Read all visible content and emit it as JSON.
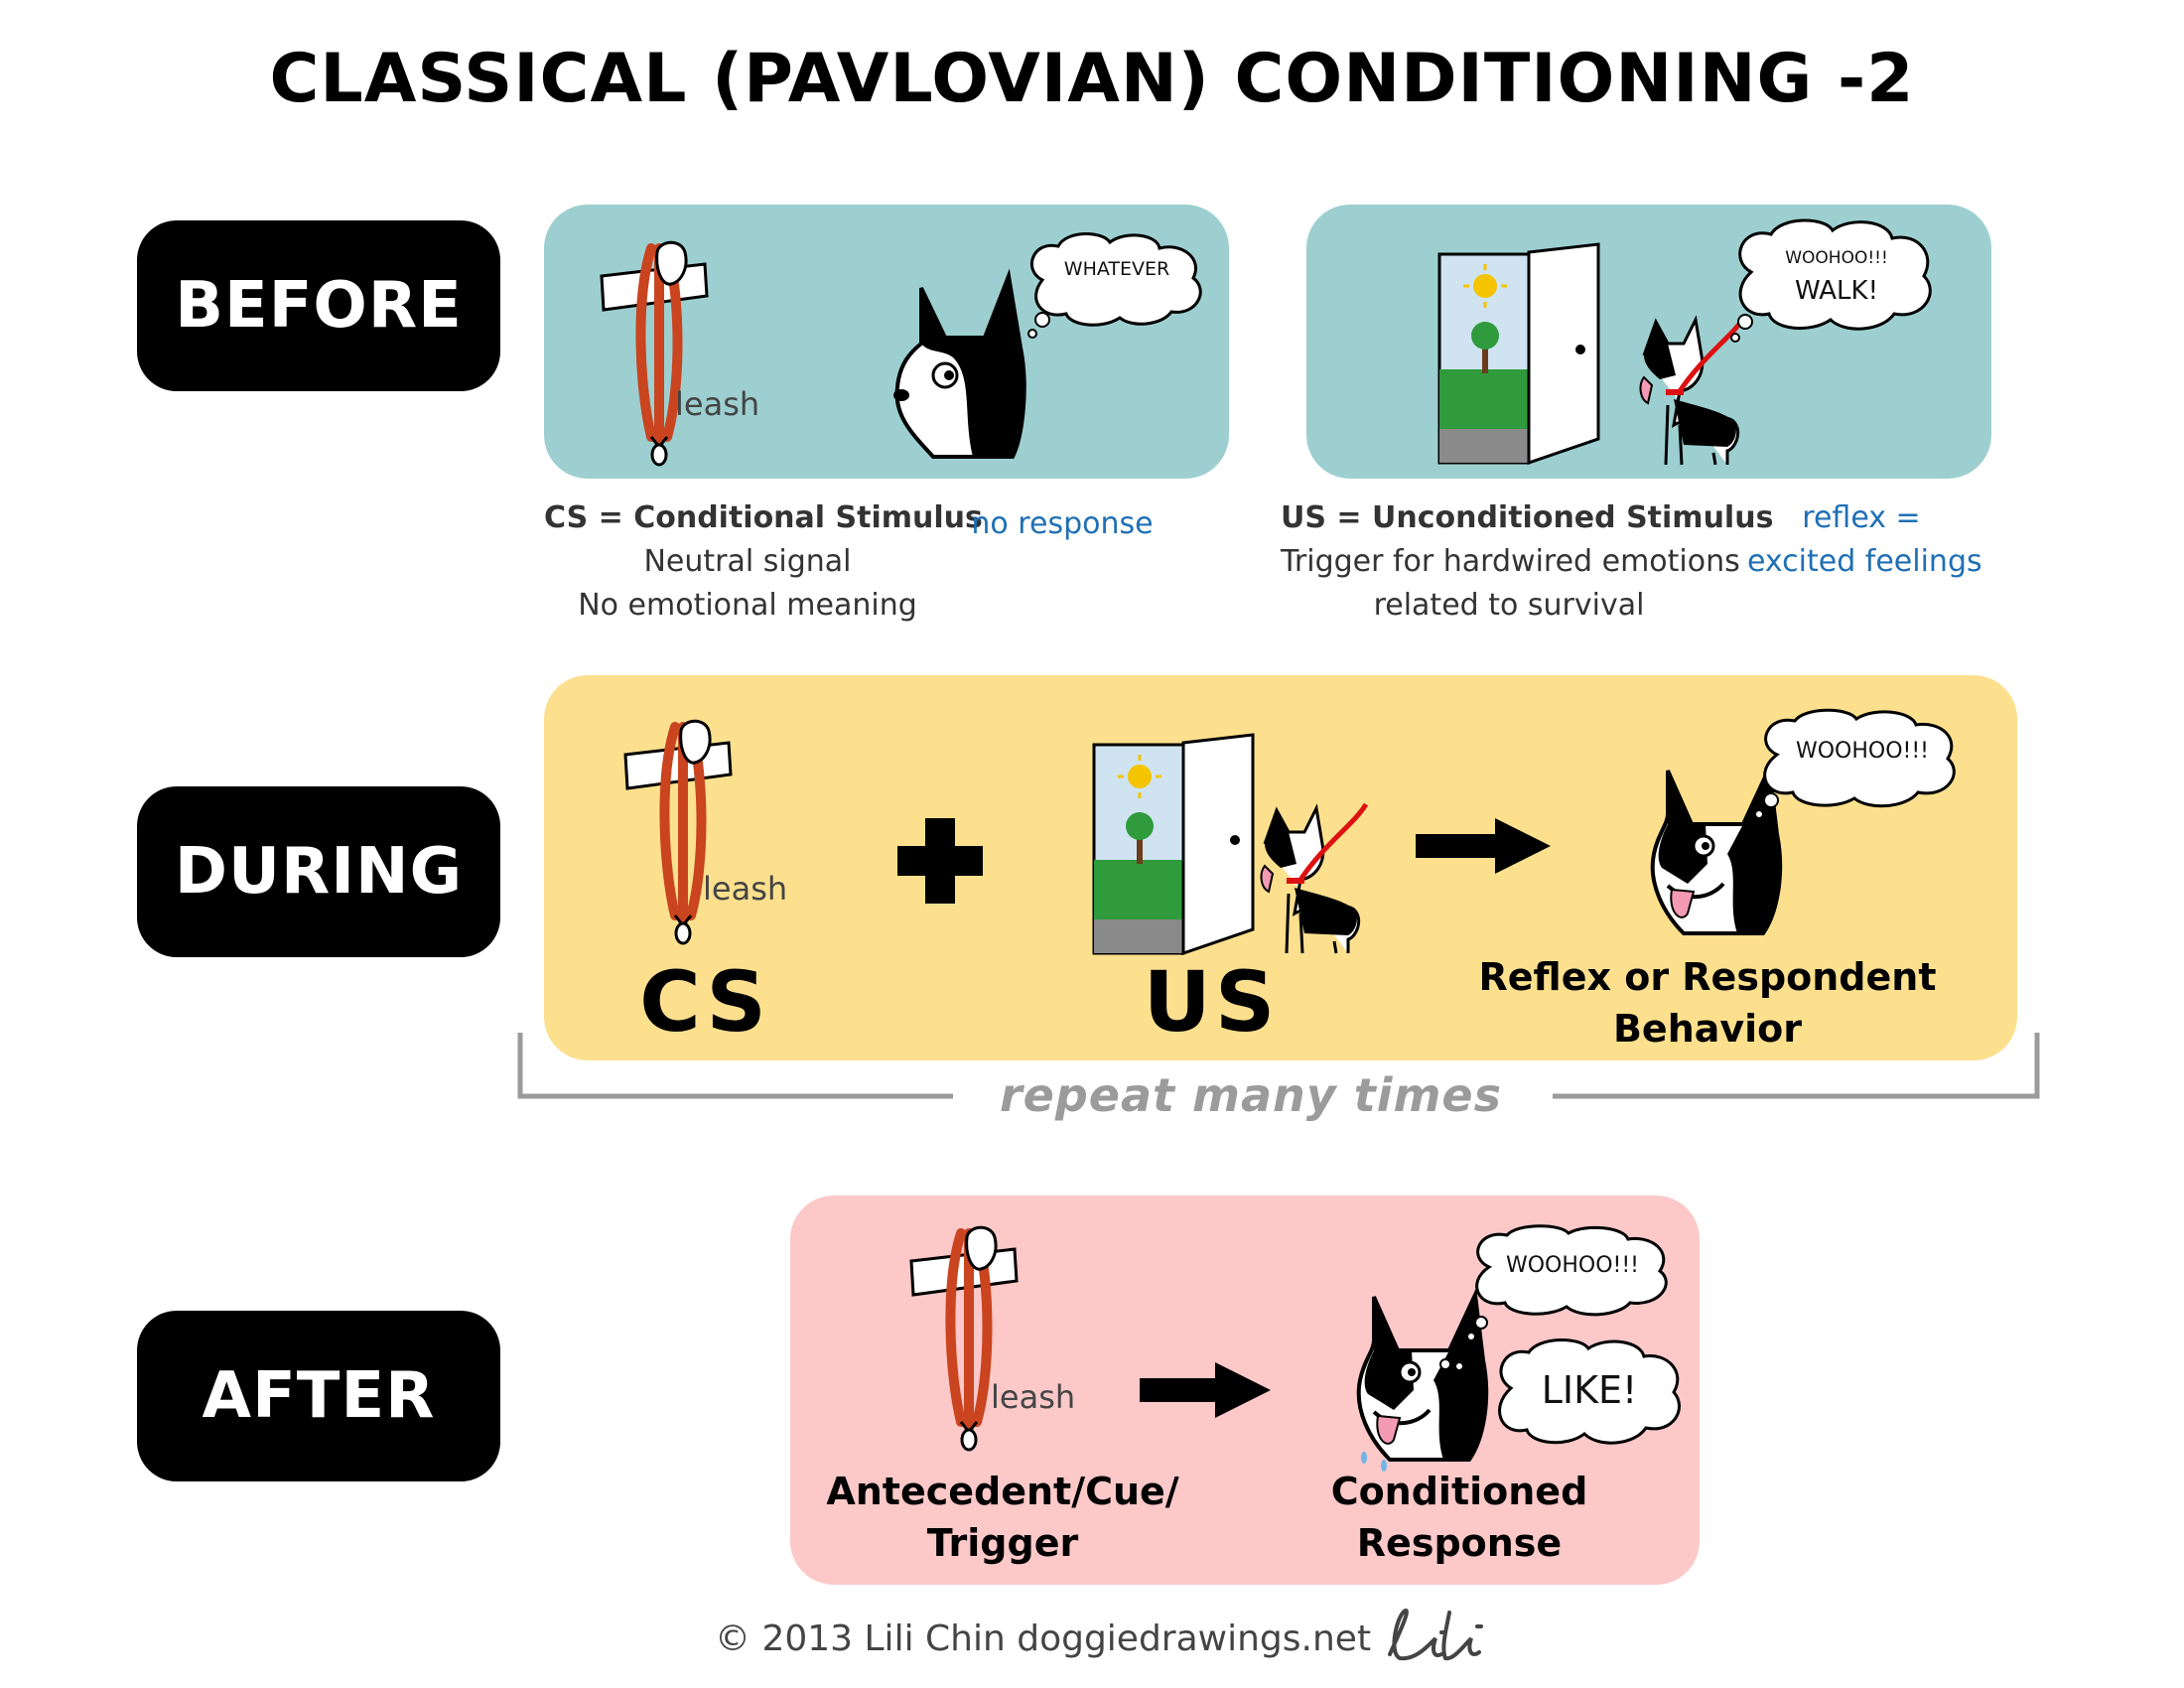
{
  "title": "CLASSICAL (PAVLOVIAN) CONDITIONING -2",
  "stages": {
    "before": "BEFORE",
    "during": "DURING",
    "after": "AFTER"
  },
  "before": {
    "left": {
      "leash_label": "leash",
      "bubble": "WHATEVER",
      "caption_bold": "CS = Conditional Stimulus",
      "caption_line2": "Neutral signal",
      "caption_line3": "No emotional meaning",
      "response": "no response"
    },
    "right": {
      "bubble_line1": "WOOHOO!!!",
      "bubble_line2": "WALK!",
      "caption_bold": "US = Unconditioned Stimulus",
      "caption_line2": "Trigger for hardwired emotions",
      "caption_line3": "related to survival",
      "response_line1": "reflex =",
      "response_line2": "excited feelings"
    }
  },
  "during": {
    "leash_label": "leash",
    "cs": "CS",
    "us": "US",
    "bubble": "WOOHOO!!!",
    "result_line1": "Reflex or Respondent",
    "result_line2": "Behavior",
    "repeat": "repeat many times"
  },
  "after": {
    "leash_label": "leash",
    "bubble1": "WOOHOO!!!",
    "bubble2": "LIKE!",
    "cue_line1": "Antecedent/Cue/",
    "cue_line2": "Trigger",
    "resp_line1": "Conditioned",
    "resp_line2": "Response"
  },
  "footer": {
    "credit": "© 2013 Lili Chin doggiedrawings.net",
    "signature": "Lili"
  },
  "colors": {
    "teal": "#9dcfd0",
    "yellow": "#fde08e",
    "pink": "#fcc8c8",
    "leash": "#c9441f",
    "blue_text": "#1f6fb5"
  }
}
